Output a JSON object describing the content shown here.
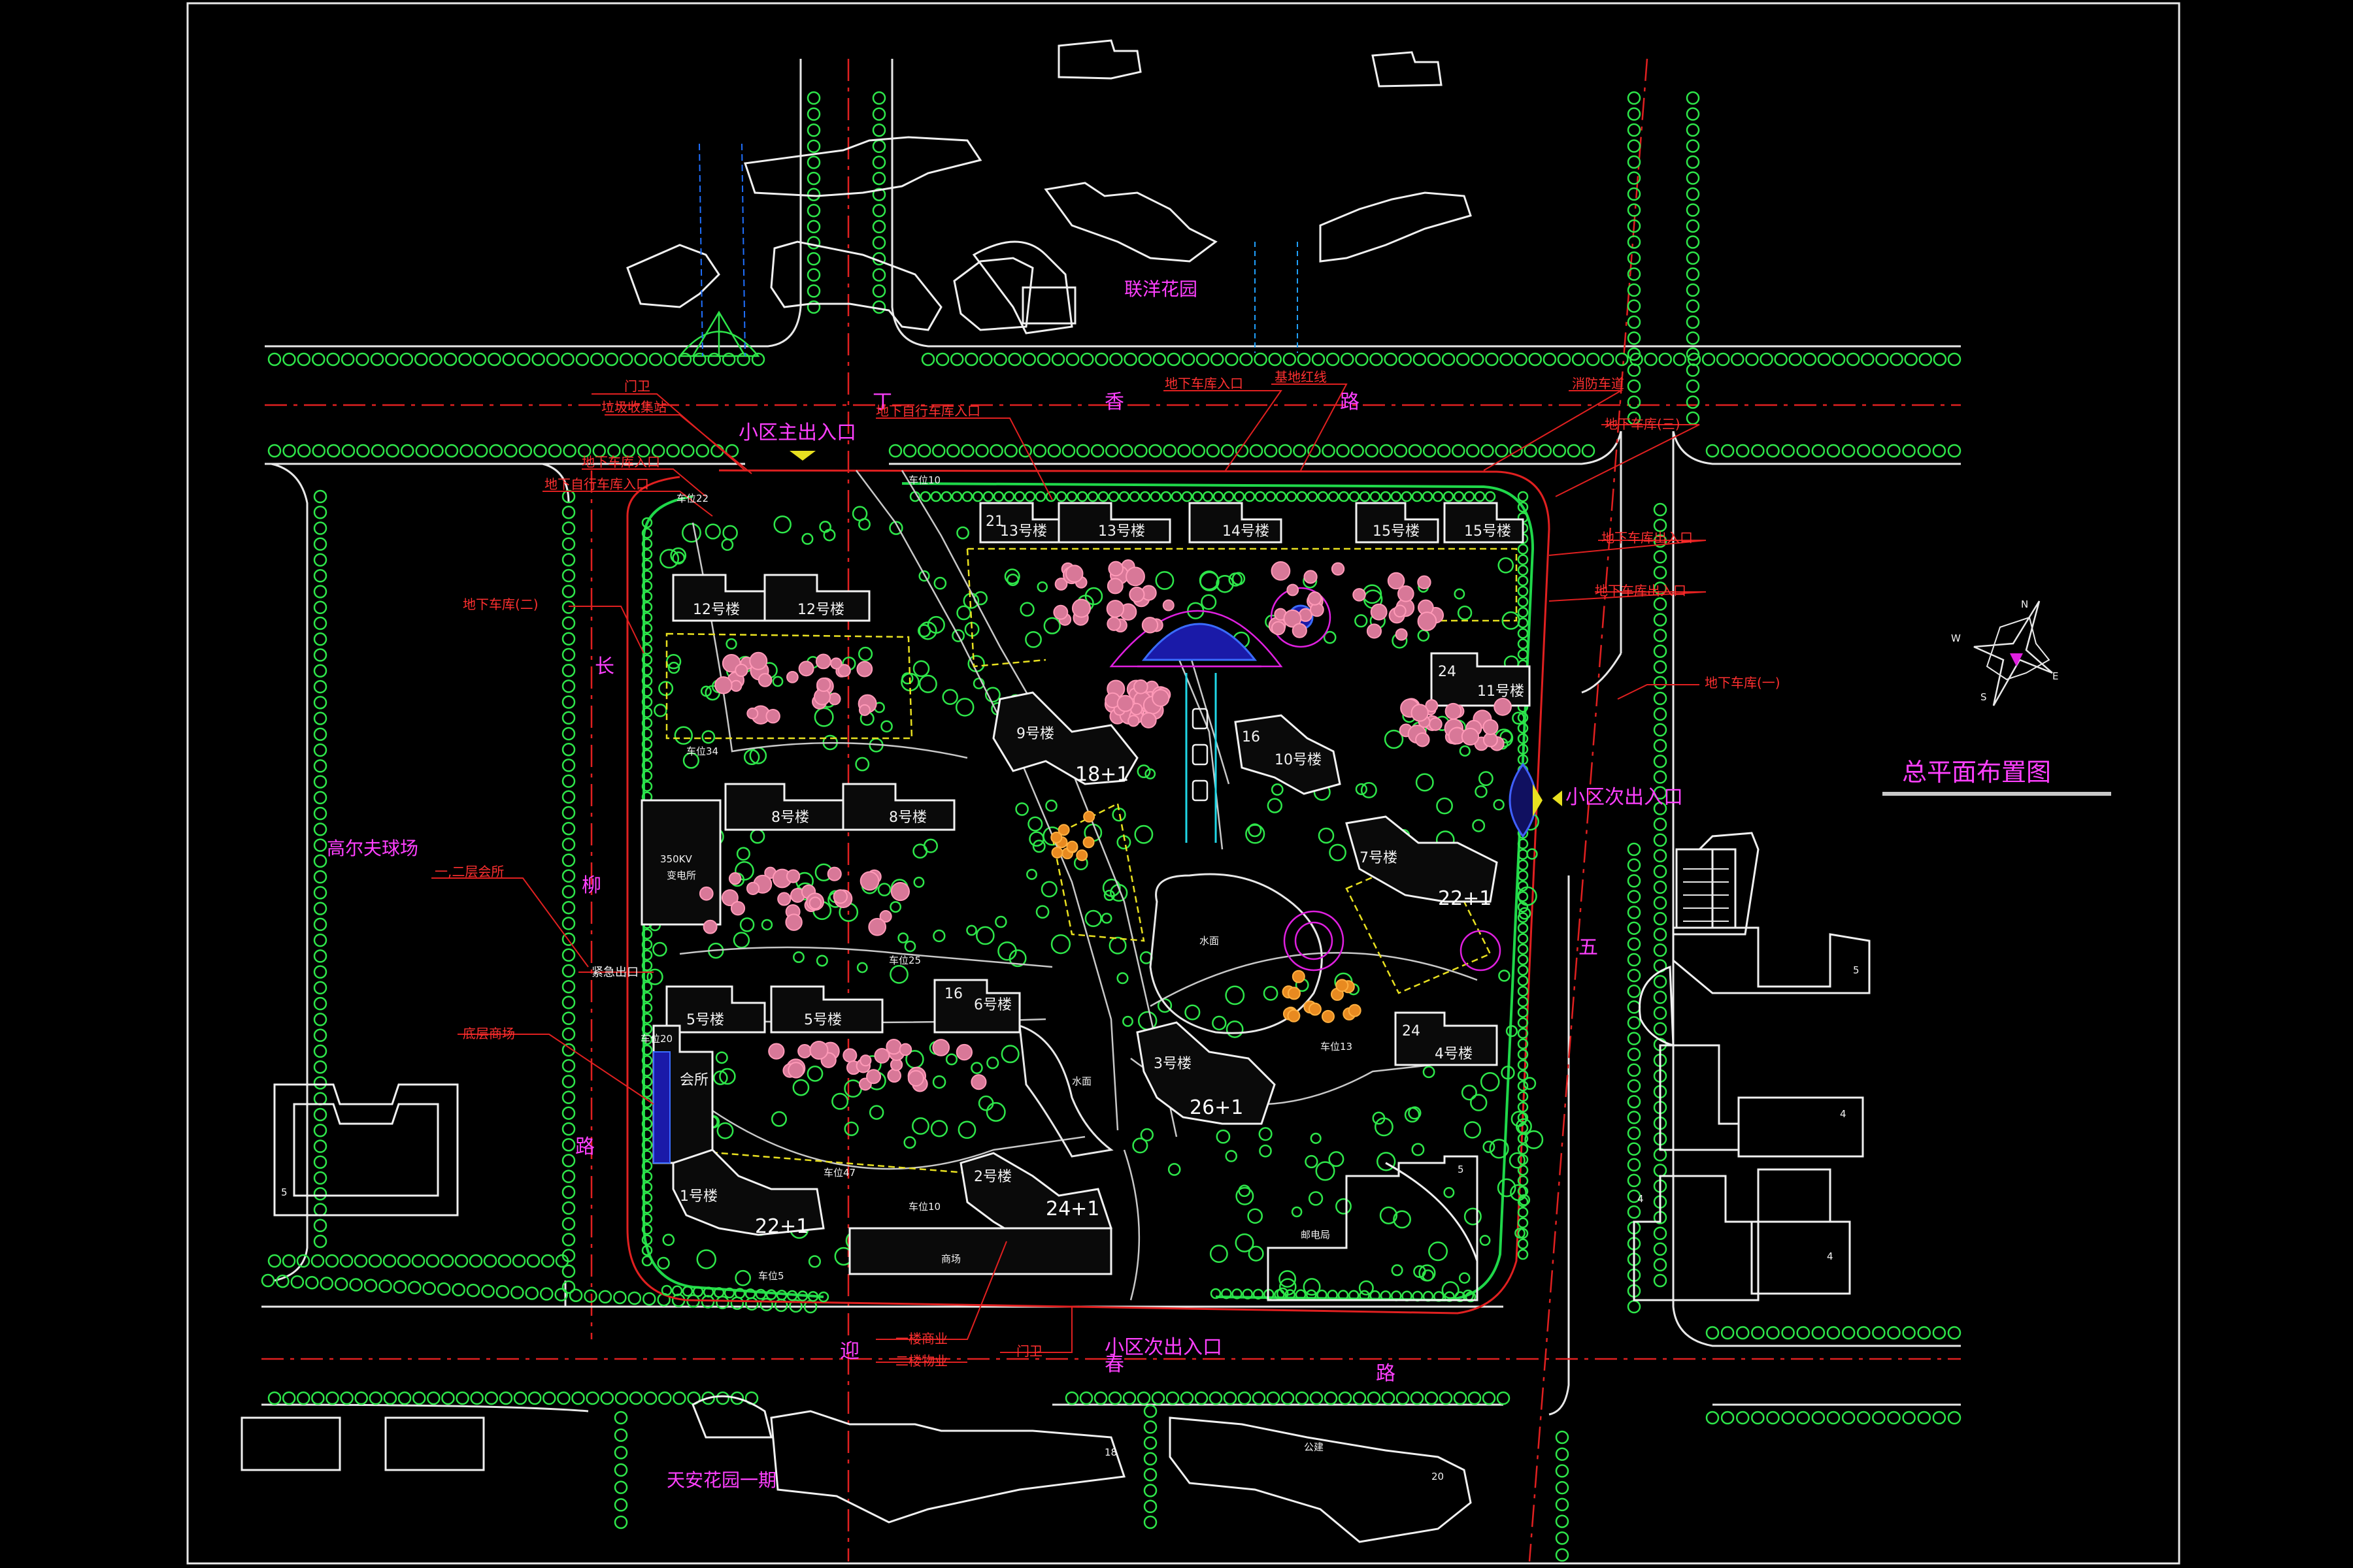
{
  "title": "总平面布置图",
  "entrances": {
    "main": "小区主出入口",
    "east": "小区次出入口",
    "south": "小区次出入口"
  },
  "roads": {
    "north": [
      "丁",
      "香",
      "路"
    ],
    "west": [
      "长",
      "柳",
      "路"
    ],
    "east": [
      "五"
    ],
    "south": [
      "迎",
      "春",
      "路"
    ]
  },
  "neighbors": {
    "north": "联洋花园",
    "west": "高尔夫球场",
    "south": "天安花园一期",
    "post_office": "邮电局",
    "public": "公建"
  },
  "annotations": {
    "guard_n": "门卫",
    "garbage": "垃圾收集站",
    "garage_entry_nw": "地下车库入口",
    "bike_garage_nw": "地下自行车库入口",
    "bike_garage_n": "地下自行车库入口",
    "garage_entry_n": "地下车库入口",
    "red_line": "基地红线",
    "fire_lane": "消防车道",
    "garage_3": "地下车库(三)",
    "garage_exit_e1": "地下车库出入口",
    "garage_exit_e2": "地下车库出入口",
    "garage_2": "地下车库(二)",
    "garage_1": "地下车库(一)",
    "clubhouse_12": "一,二层会所",
    "emergency_exit": "紧急出口",
    "shops": "底层商场",
    "ground_shop": "一楼商业",
    "second_mgmt": "二楼物业",
    "guard_s": "门卫"
  },
  "buildings": {
    "b13_c": "21",
    "b13_c_label": "13号楼",
    "b13_b": "13号楼",
    "b14": "14号楼",
    "b15_c": "15号楼",
    "b15": "15号楼",
    "b12_b": "12号楼",
    "b12_c": "12号楼",
    "b11": "11号楼",
    "b11_fl": "24",
    "b9": "9号楼",
    "b9_fl": "18+1",
    "b10": "10号楼",
    "b10_fl": "16",
    "b8_b": "8号楼",
    "b8_c": "8号楼",
    "b7": "7号楼",
    "b7_fl": "22+1",
    "b5_b": "5号楼",
    "b5_c": "5号楼",
    "b6": "6号楼",
    "b6_fl": "16",
    "b4": "4号楼",
    "b4_fl": "24",
    "b3": "3号楼",
    "b3_fl": "26+1",
    "b2": "2号楼",
    "b2_fl": "24+1",
    "b1": "1号楼",
    "b1_fl": "22+1",
    "substation": "350KV",
    "substation2": "变电所",
    "clubhouse": "会所",
    "mall": "商场",
    "water1": "水面",
    "water2": "水面"
  },
  "parking": {
    "p10n": "车位10",
    "p34": "车位34",
    "p25": "车位25",
    "p47": "车位47",
    "p10s": "车位10",
    "p5": "车位5",
    "p13": "车位13",
    "p20": "车位20",
    "p22": "车位22"
  },
  "lot_numbers": {
    "east_top": "5",
    "east_mid": "4",
    "east_low": "4",
    "east_bot": "4",
    "west": "5",
    "post": "5",
    "s18": "18",
    "s20": "20"
  },
  "compass": {
    "n": "N",
    "e": "E",
    "s": "S",
    "w": "W"
  }
}
